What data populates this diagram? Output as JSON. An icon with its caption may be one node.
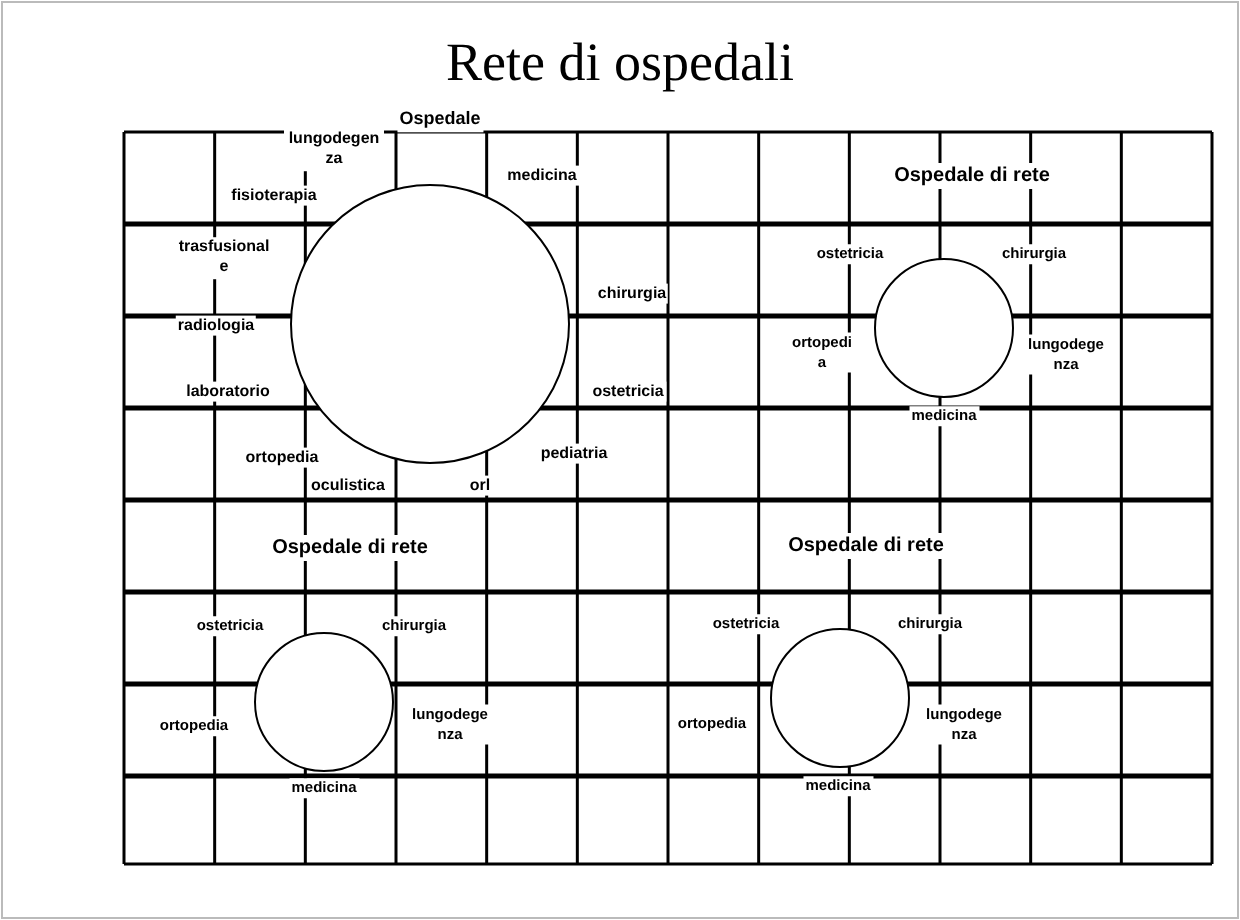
{
  "diagram": {
    "title": "Rete di ospedali",
    "nodes": [
      {
        "text": [],
        "shape": "circle",
        "beside": [
          "lungodegenza",
          "medicina",
          "fisioterapia",
          "trasfusionale",
          "chirurgia",
          "radiologia",
          "laboratorio",
          "ostetricia",
          "ortopedia",
          "pediatria",
          "oculistica",
          "orl"
        ]
      },
      {
        "text": [],
        "shape": "circle",
        "beside": [
          "ostetricia",
          "chirurgia",
          "ortopedia",
          "lungodegenza",
          "medicina"
        ]
      },
      {
        "text": [],
        "shape": "circle",
        "beside": [
          "ostetricia",
          "chirurgia",
          "ortopedia",
          "lungodegenza",
          "medicina"
        ]
      },
      {
        "text": [],
        "shape": "circle",
        "beside": [
          "ostetricia",
          "chirurgia",
          "ortopedia",
          "lungodegenza",
          "medicina"
        ]
      }
    ],
    "labels": [
      "Ospedale",
      "Ospedale di rete",
      "Ospedale di rete",
      "Ospedale di rete"
    ]
  }
}
